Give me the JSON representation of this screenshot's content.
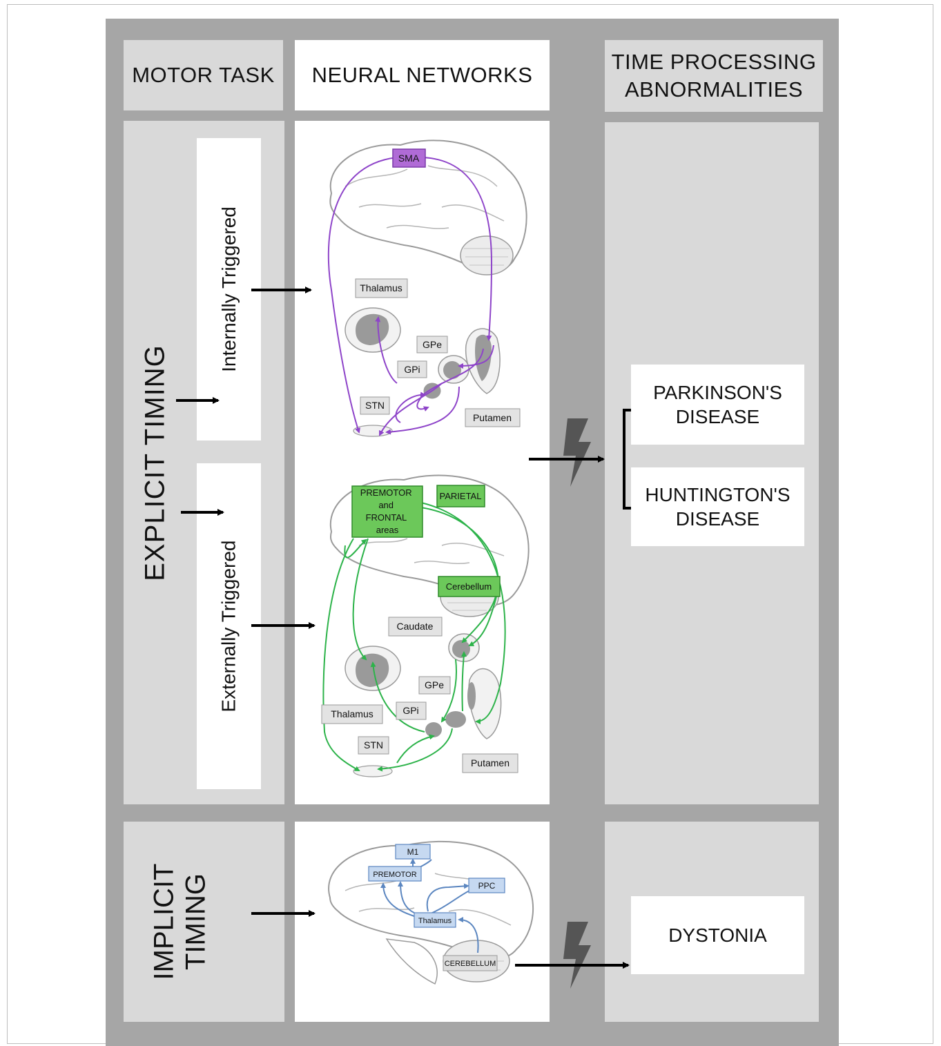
{
  "headers": {
    "motor_task": "MOTOR  TASK",
    "neural_networks": "NEURAL NETWORKS",
    "abnormalities": "TIME PROCESSING\nABNORMALITIES"
  },
  "motor_task": {
    "explicit": "EXPLICIT TIMING",
    "internally": "Internally Triggered",
    "externally": "Externally Triggered",
    "implicit": "IMPLICIT\nTIMING"
  },
  "network_internal": {
    "sma": "SMA",
    "thalamus": "Thalamus",
    "gpe": "GPe",
    "gpi": "GPi",
    "stn": "STN",
    "putamen": "Putamen"
  },
  "network_external": {
    "premotor": "PREMOTOR\nand\nFRONTAL\nareas",
    "parietal": "PARIETAL",
    "cerebellum": "Cerebellum",
    "caudate": "Caudate",
    "gpe": "GPe",
    "thalamus": "Thalamus",
    "gpi": "GPi",
    "stn": "STN",
    "putamen": "Putamen"
  },
  "network_implicit": {
    "m1": "M1",
    "premotor": "PREMOTOR",
    "ppc": "PPC",
    "thalamus": "Thalamus",
    "cerebellum": "CEREBELLUM"
  },
  "diseases": {
    "parkinsons": "PARKINSON'S\nDISEASE",
    "huntingtons": "HUNTINGTON'S\nDISEASE",
    "dystonia": "DYSTONIA"
  },
  "colors": {
    "purple": "#8e44c9",
    "green": "#2db34a",
    "blue": "#5b86c0",
    "label_gray": "#e3e3e3"
  }
}
